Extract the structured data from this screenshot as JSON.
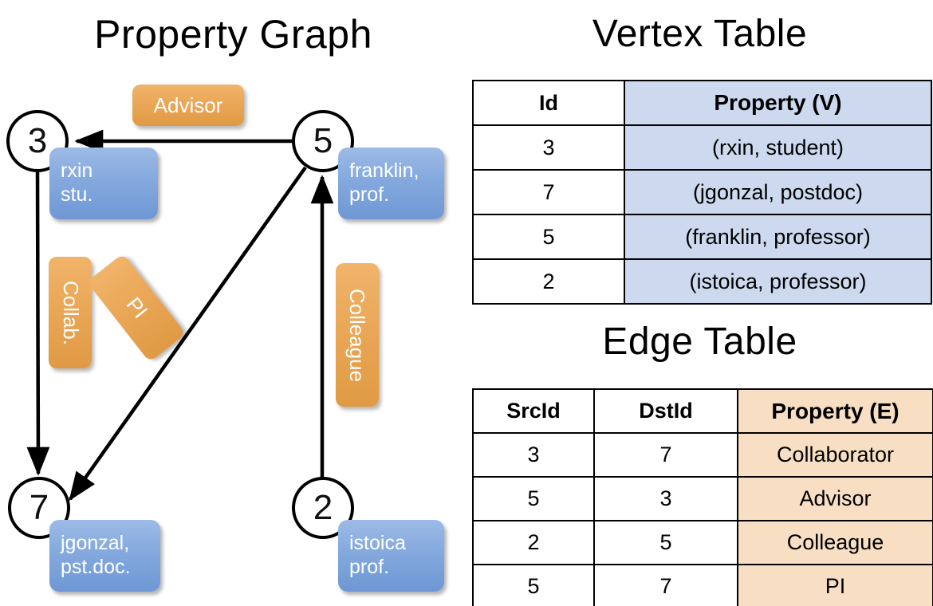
{
  "panels": {
    "graph_title": "Property Graph",
    "vertex_table_title": "Vertex Table",
    "edge_table_title": "Edge Table"
  },
  "graph": {
    "vertices": [
      {
        "id": "3",
        "property_line1": "rxin",
        "property_line2": "stu."
      },
      {
        "id": "5",
        "property_line1": "franklin,",
        "property_line2": "prof."
      },
      {
        "id": "7",
        "property_line1": "jgonzal,",
        "property_line2": "pst.doc."
      },
      {
        "id": "2",
        "property_line1": "istoica",
        "property_line2": "prof."
      }
    ],
    "edge_labels": [
      {
        "name": "advisor",
        "text": "Advisor"
      },
      {
        "name": "collab",
        "text": "Collab."
      },
      {
        "name": "pi",
        "text": "PI"
      },
      {
        "name": "colleague",
        "text": "Colleague"
      }
    ],
    "edges": [
      {
        "from": "5",
        "to": "3",
        "label": "Advisor"
      },
      {
        "from": "3",
        "to": "7",
        "label": "Collab."
      },
      {
        "from": "5",
        "to": "7",
        "label": "PI"
      },
      {
        "from": "2",
        "to": "5",
        "label": "Colleague"
      }
    ]
  },
  "vertex_table": {
    "headers": [
      "Id",
      "Property (V)"
    ],
    "rows": [
      {
        "id": "3",
        "property": "(rxin, student)"
      },
      {
        "id": "7",
        "property": "(jgonzal, postdoc)"
      },
      {
        "id": "5",
        "property": "(franklin, professor)"
      },
      {
        "id": "2",
        "property": "(istoica, professor)"
      }
    ]
  },
  "edge_table": {
    "headers": [
      "SrcId",
      "DstId",
      "Property (E)"
    ],
    "rows": [
      {
        "src": "3",
        "dst": "7",
        "property": "Collaborator"
      },
      {
        "src": "5",
        "dst": "3",
        "property": "Advisor"
      },
      {
        "src": "2",
        "dst": "5",
        "property": "Colleague"
      },
      {
        "src": "5",
        "dst": "7",
        "property": "PI"
      }
    ]
  },
  "colors": {
    "vertex_property_box": "#84a9de",
    "edge_label_box": "#eaa757",
    "vertex_table_property_cell": "#ccd9ef",
    "edge_table_property_cell": "#f8dfc3",
    "stroke": "#000000",
    "background": "#ffffff"
  }
}
